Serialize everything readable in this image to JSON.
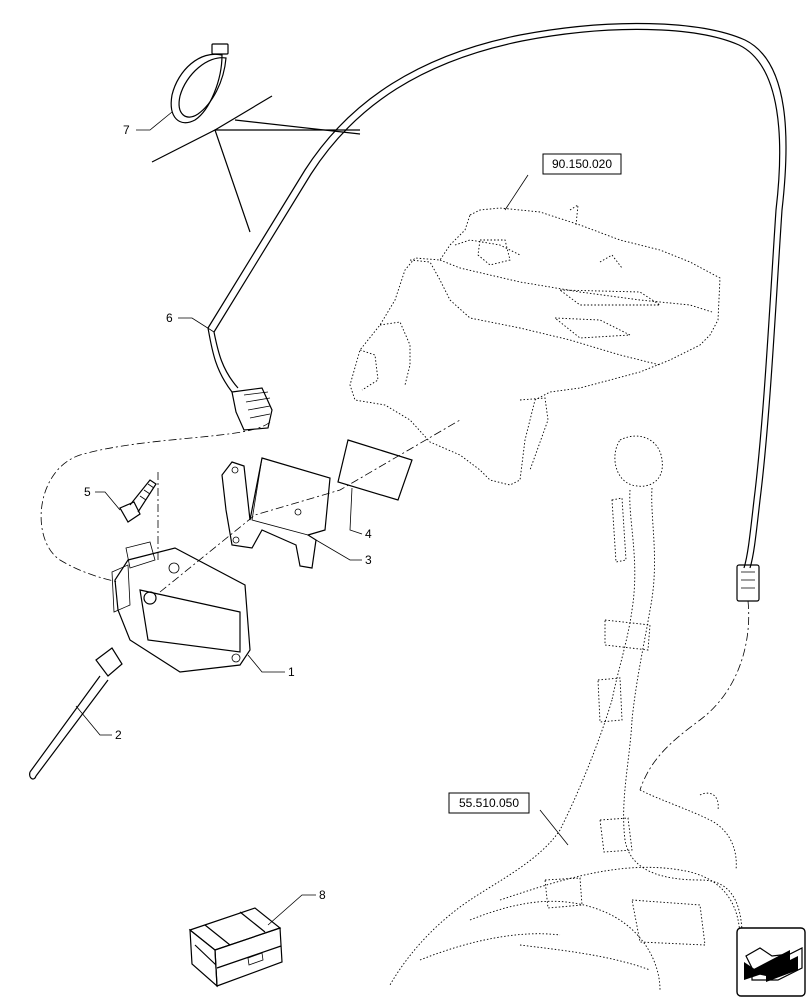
{
  "callouts": [
    {
      "id": "1",
      "text": "1"
    },
    {
      "id": "2",
      "text": "2"
    },
    {
      "id": "3",
      "text": "3"
    },
    {
      "id": "4",
      "text": "4"
    },
    {
      "id": "5",
      "text": "5"
    },
    {
      "id": "6",
      "text": "6"
    },
    {
      "id": "7",
      "text": "7"
    },
    {
      "id": "8",
      "text": "8"
    }
  ],
  "references": [
    {
      "id": "ref-top",
      "text": "90.150.020"
    },
    {
      "id": "ref-bottom",
      "text": "55.510.050"
    }
  ],
  "nav_icon": "arrow-left-down-icon"
}
